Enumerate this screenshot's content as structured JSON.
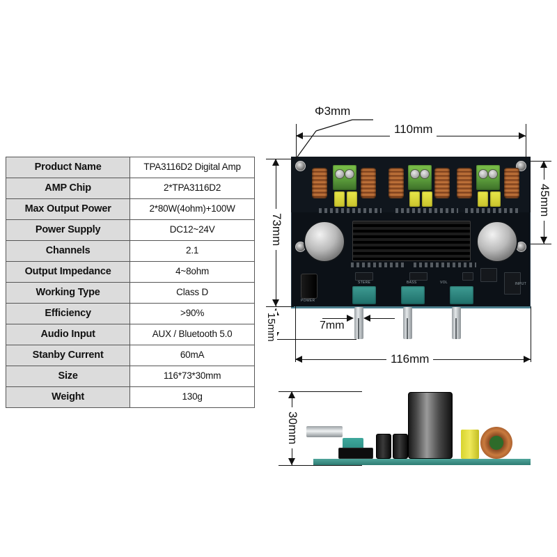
{
  "spec_table": {
    "rows": [
      {
        "key": "Product Name",
        "value": "TPA3116D2 Digital Amp"
      },
      {
        "key": "AMP Chip",
        "value": "2*TPA3116D2"
      },
      {
        "key": "Max Output Power",
        "value": "2*80W(4ohm)+100W"
      },
      {
        "key": "Power Supply",
        "value": "DC12~24V"
      },
      {
        "key": "Channels",
        "value": "2.1"
      },
      {
        "key": "Output Impedance",
        "value": "4~8ohm"
      },
      {
        "key": "Working Type",
        "value": "Class D"
      },
      {
        "key": "Efficiency",
        "value": ">90%"
      },
      {
        "key": "Audio Input",
        "value": "AUX / Bluetooth 5.0"
      },
      {
        "key": "Stanby Current",
        "value": "60mA"
      },
      {
        "key": "Size",
        "value": "116*73*30mm"
      },
      {
        "key": "Weight",
        "value": "130g"
      }
    ]
  },
  "dimensions": {
    "hole_diameter": "Φ3mm",
    "pcb_width": "110mm",
    "pcb_height_right": "45mm",
    "pcb_height_left": "73mm",
    "pot_offset": "15mm",
    "shaft_diameter": "7mm",
    "overall_width": "116mm",
    "overall_height": "30mm"
  },
  "board_silkscreen": {
    "power": "POWER",
    "input": "INPUT",
    "pot_stereo": "STERE",
    "pot_bass": "BASS",
    "pot_volume": "VOL"
  },
  "colors": {
    "table_header_bg": "#dcdcdc",
    "table_border": "#555555",
    "pcb_dark": "#0c1117",
    "pcb_edge": "#4a7d8c",
    "terminal_green": "#59993a",
    "inductor_copper": "#c97a3e",
    "cap_yellow": "#e9e84a",
    "pot_teal": "#3e9b92",
    "dimension_line": "#111111"
  }
}
